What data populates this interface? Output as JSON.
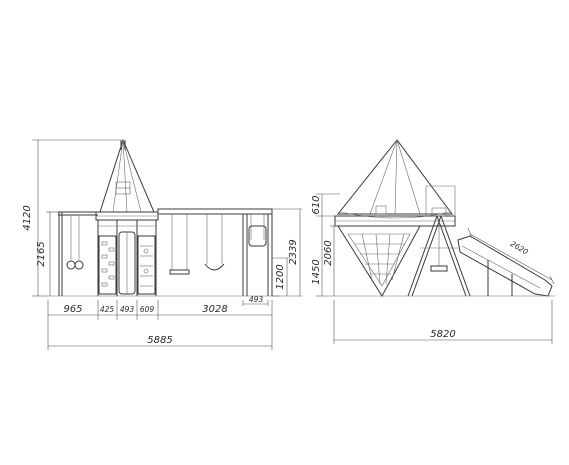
{
  "dimensions": {
    "left_overall_width": "5885",
    "left_seg_1": "965",
    "left_seg_2": "425",
    "left_seg_3": "493",
    "left_seg_4": "609",
    "left_seg_5": "3028",
    "left_small_493": "493",
    "left_height_total": "4120",
    "left_height_swing": "2165",
    "left_height_2339": "2339",
    "left_height_1200": "1200",
    "right_overall_width": "5820",
    "right_height_610": "610",
    "right_height_2060": "2060",
    "right_height_1450": "1450",
    "right_slide_length": "2620"
  }
}
